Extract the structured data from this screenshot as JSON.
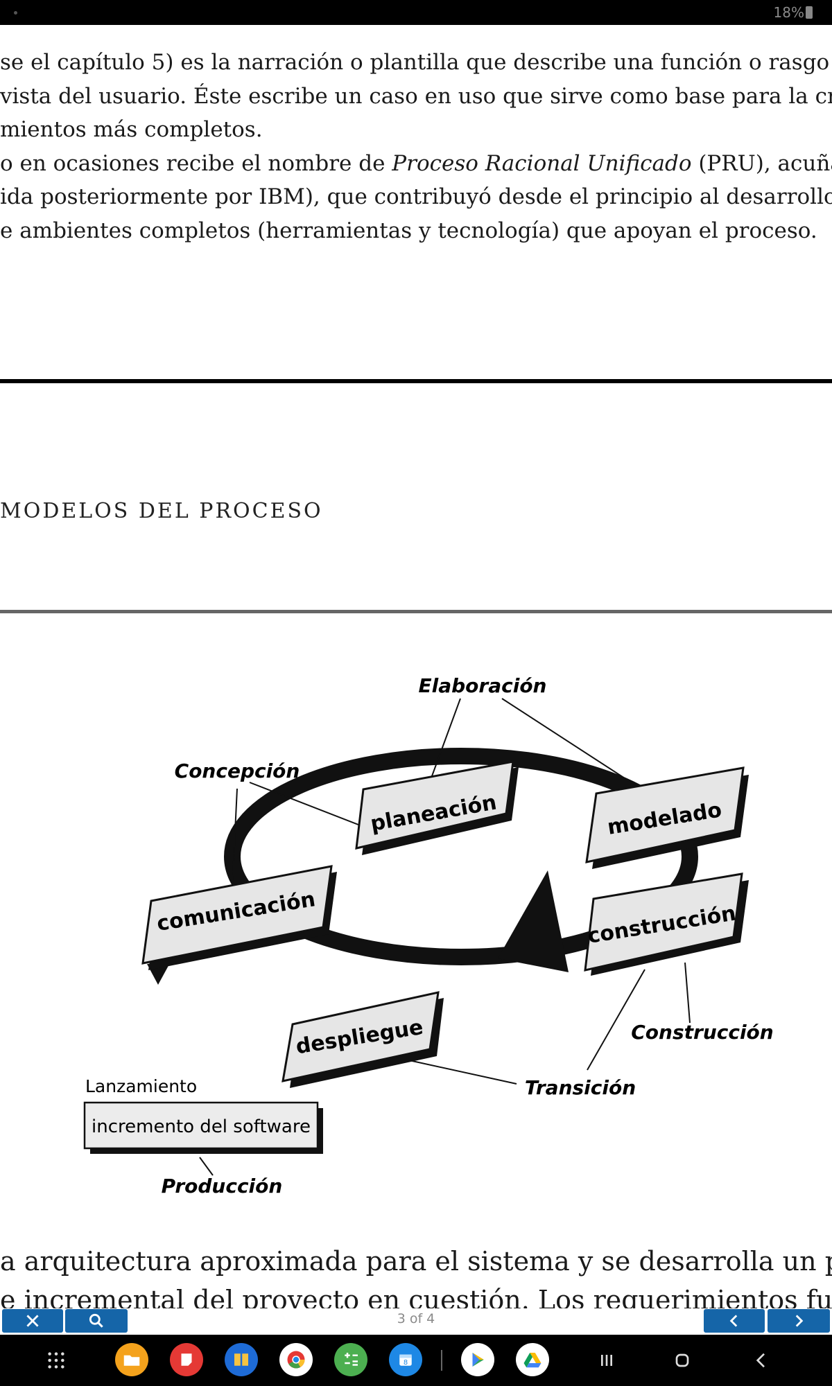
{
  "status_bar": {
    "battery": "18%"
  },
  "document": {
    "paragraph_lines": [
      "se el capítulo 5) es la narración o plantilla que describe una función o rasgo d",
      "vista del usuario. Éste escribe un caso en uso que sirve como base para la cre",
      "mientos más completos.",
      "o en ocasiones recibe el nombre de ",
      "ida posteriormente por IBM), que contribuyó desde el principio al desarrollo y m",
      "e ambientes completos (herramientas y tecnología) que apoyan el proceso."
    ],
    "line4_italic": "Proceso Racional Unificado",
    "line4_tail": " (PRU), acuñado",
    "chapter_header": "MODELOS DEL PROCESO",
    "bottom_lines": [
      "a arquitectura aproximada para el sistema y se desarrolla un plan",
      "e incremental del proyecto en cuestión. Los requerimientos fun"
    ]
  },
  "diagram": {
    "phases": {
      "elaboracion": "Elaboración",
      "concepcion": "Concepción",
      "construccion": "Construcción",
      "transicion": "Transición",
      "produccion": "Producción"
    },
    "activities": {
      "planeacion": "planeación",
      "modelado": "modelado",
      "comunicacion": "comunicación",
      "construccion": "construcción",
      "despliegue": "despliegue"
    },
    "release_label": "Lanzamiento",
    "increment_label": "incremento del software"
  },
  "toolbar": {
    "page_indicator": "3 of 4"
  },
  "icons": {
    "close": "close-icon",
    "search": "search-icon",
    "prev": "chevron-left-icon",
    "next": "chevron-right-icon"
  },
  "colors": {
    "accent": "#1565a8",
    "box_fill": "#e6e6e6"
  }
}
